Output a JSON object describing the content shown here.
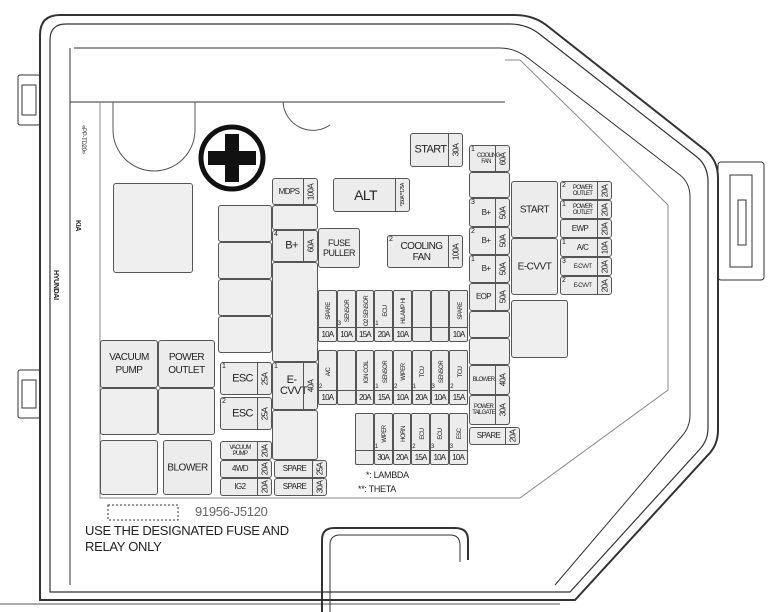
{
  "logos": {
    "maker1": "HYUNDAI",
    "maker2": "KIA",
    "material": "«PP-TD20»"
  },
  "fuses": [
    {
      "label": "MDPS",
      "num": "",
      "amp": "100A"
    },
    {
      "label": "B+",
      "num": "4",
      "amp": "60A"
    },
    {
      "label": "E-CVVT",
      "num": "1",
      "amp": "40A"
    },
    {
      "label": "START",
      "num": "",
      "amp": "30A"
    },
    {
      "label": "COOLING FAN",
      "num": "2",
      "amp": "100A"
    },
    {
      "label": "COOLING FAN",
      "num": "1",
      "amp": "60A"
    },
    {
      "label": "B+",
      "num": "3",
      "amp": "50A"
    },
    {
      "label": "B+",
      "num": "2",
      "amp": "50A"
    },
    {
      "label": "B+",
      "num": "1",
      "amp": "50A"
    },
    {
      "label": "EOP",
      "num": "",
      "amp": "50A"
    },
    {
      "label": "BLOWER",
      "num": "",
      "amp": "40A"
    },
    {
      "label": "POWER TAILGATE",
      "num": "",
      "amp": "30A"
    },
    {
      "label": "POWER OUTLET",
      "num": "2",
      "amp": "20A"
    },
    {
      "label": "POWER OUTLET",
      "num": "1",
      "amp": "20A"
    },
    {
      "label": "EWP",
      "num": "",
      "amp": "20A"
    },
    {
      "label": "A/C",
      "num": "1",
      "amp": "10A"
    },
    {
      "label": "E-CVVT",
      "num": "3",
      "amp": "20A"
    },
    {
      "label": "E-CVVT",
      "num": "2",
      "amp": "20A"
    },
    {
      "label": "ESC",
      "num": "1",
      "amp": "25A"
    },
    {
      "label": "ESC",
      "num": "2",
      "amp": "25A"
    },
    {
      "label": "VACUUM PUMP",
      "num": "",
      "amp": "20A"
    },
    {
      "label": "4WD",
      "num": "",
      "amp": "20A"
    },
    {
      "label": "IG2",
      "num": "",
      "amp": "20A"
    },
    {
      "label": "SPARE",
      "num": "",
      "amp": "25A"
    },
    {
      "label": "SPARE",
      "num": "",
      "amp": "30A"
    },
    {
      "label": "SPARE",
      "num": "",
      "amp": "20A"
    },
    {
      "label": "ALT",
      "num": "",
      "amp": "*150A **175A"
    }
  ],
  "mini_fuses": [
    {
      "label": "SPARE",
      "num": "",
      "amp": "10A"
    },
    {
      "label": "SENSOR",
      "num": "3",
      "amp": "10A"
    },
    {
      "label": "O2 SENSOR",
      "num": "",
      "amp": "15A"
    },
    {
      "label": "ECU",
      "num": "1",
      "amp": "20A"
    },
    {
      "label": "H/LAMP HI",
      "num": "",
      "amp": "10A"
    },
    {
      "label": "",
      "num": "",
      "amp": ""
    },
    {
      "label": "",
      "num": "",
      "amp": ""
    },
    {
      "label": "SPARE",
      "num": "",
      "amp": "10A"
    },
    {
      "label": "A/C",
      "num": "2",
      "amp": "10A"
    },
    {
      "label": "",
      "num": "",
      "amp": ""
    },
    {
      "label": "IGN COIL",
      "num": "",
      "amp": "20A"
    },
    {
      "label": "SENSOR",
      "num": "1",
      "amp": "15A"
    },
    {
      "label": "WIPER",
      "num": "2",
      "amp": "10A"
    },
    {
      "label": "TCU",
      "num": "1",
      "amp": "20A"
    },
    {
      "label": "SENSOR",
      "num": "3",
      "amp": "10A"
    },
    {
      "label": "TCU",
      "num": "2",
      "amp": "15A"
    },
    {
      "label": "",
      "num": "",
      "amp": ""
    },
    {
      "label": "WIPER",
      "num": "1",
      "amp": "30A"
    },
    {
      "label": "HORN",
      "num": "",
      "amp": "20A"
    },
    {
      "label": "ECU",
      "num": "2",
      "amp": "15A"
    },
    {
      "label": "ECU",
      "num": "3",
      "amp": "10A"
    },
    {
      "label": "ESC",
      "num": "3",
      "amp": "10A"
    }
  ],
  "relays": [
    {
      "label": "VACUUM PUMP"
    },
    {
      "label": "POWER OUTLET"
    },
    {
      "label": "BLOWER"
    },
    {
      "label": "START"
    },
    {
      "label": "E-CVVT"
    },
    {
      "label": "FUSE PULLER"
    }
  ],
  "legend": {
    "lambda": "*: LAMBDA",
    "theta": "**: THETA"
  },
  "part_number": "91956-J5120",
  "notice_line1": "USE THE DESIGNATED FUSE AND",
  "notice_line2": "RELAY ONLY"
}
